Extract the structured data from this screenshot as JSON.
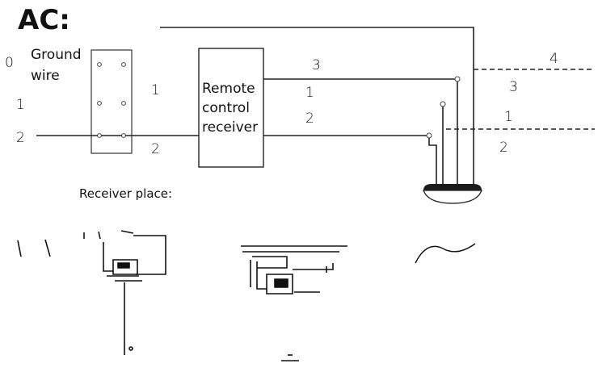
{
  "title": "AC:",
  "labels": {
    "ground_wire_line1": "Ground",
    "ground_wire_line2": "wire",
    "receiver_line1": "Remote",
    "receiver_line2": "control",
    "receiver_line3": "receiver",
    "receiver_place": "Receiver place:"
  },
  "left_numbers": [
    "0",
    "1",
    "2"
  ],
  "mid_numbers": {
    "n1": "1",
    "n2": "2"
  },
  "receiver_out_numbers": [
    "3",
    "1",
    "2"
  ],
  "right_numbers": [
    "4",
    "3",
    "1",
    "2"
  ]
}
